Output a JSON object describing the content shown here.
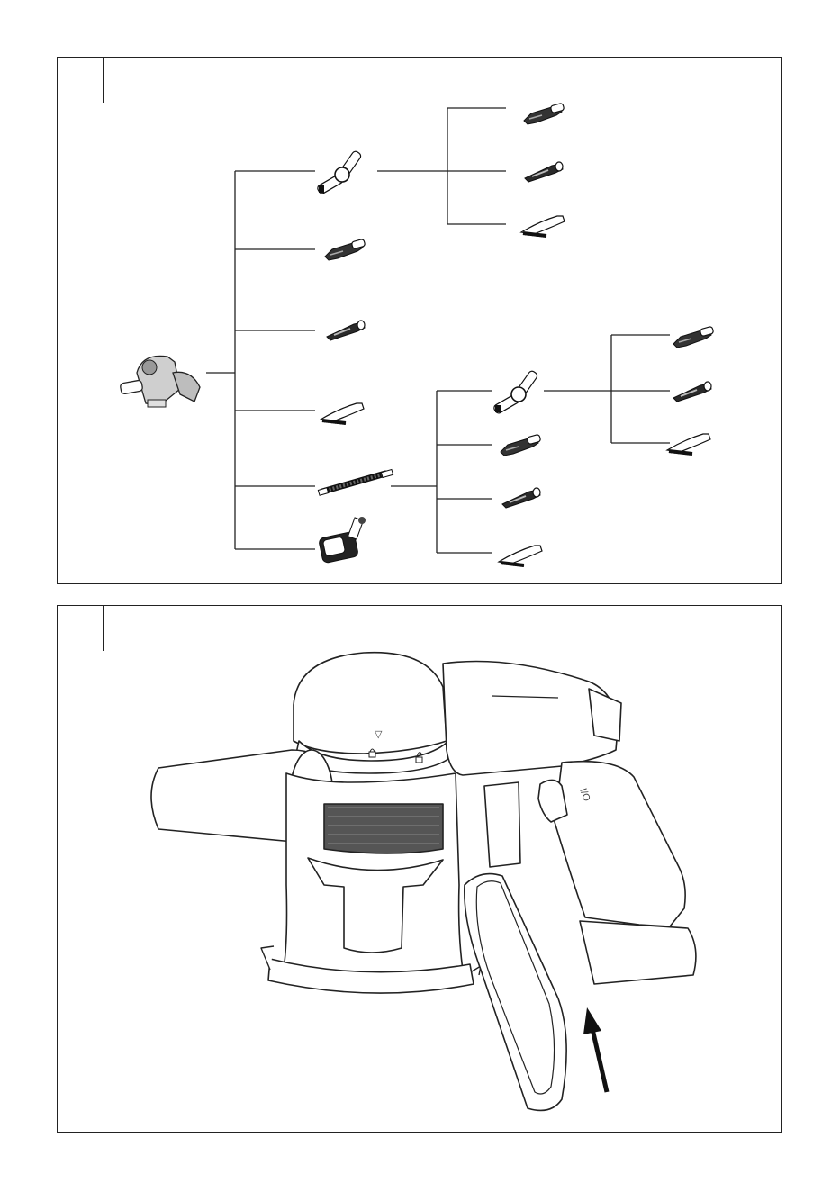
{
  "figures": [
    {
      "number": "",
      "caption": "",
      "tree": {
        "root": "handheld-unit",
        "branches": [
          {
            "accessory": "extension-joint",
            "children": [
              "crevice-tool",
              "slim-nozzle",
              "brush-tool"
            ]
          },
          {
            "accessory": "crevice-tool",
            "children": []
          },
          {
            "accessory": "slim-nozzle",
            "children": []
          },
          {
            "accessory": "brush-tool",
            "children": []
          },
          {
            "accessory": "extension-hose",
            "children": [
              {
                "accessory": "extension-joint",
                "children": [
                  "crevice-tool",
                  "slim-nozzle",
                  "brush-tool"
                ]
              },
              {
                "accessory": "crevice-tool",
                "children": []
              },
              {
                "accessory": "slim-nozzle",
                "children": []
              },
              {
                "accessory": "brush-tool",
                "children": []
              }
            ]
          },
          {
            "accessory": "motorized-brush-head",
            "children": []
          }
        ]
      }
    },
    {
      "number": "",
      "caption": "",
      "labels": {
        "power_switch": "I/O",
        "release_marker": "▽",
        "lock_icon": "locked",
        "unlock_icon": "unlocked"
      },
      "action": "slide-battery-up",
      "arrow_direction": "up"
    }
  ]
}
